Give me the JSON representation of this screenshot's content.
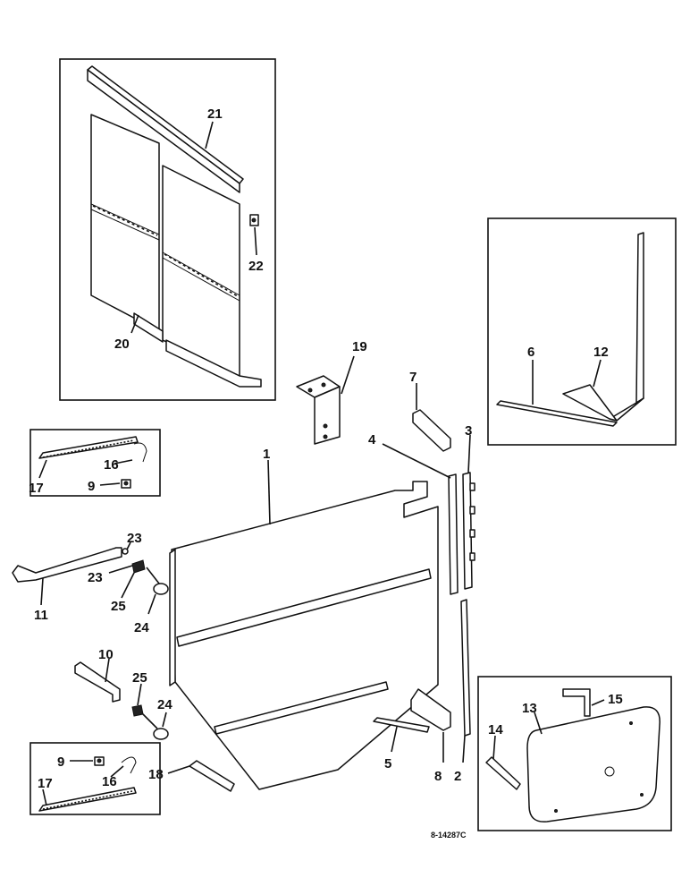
{
  "diagram": {
    "drawing_code": "8-14287C",
    "callouts": {
      "c1": "1",
      "c2": "2",
      "c3": "3",
      "c4": "4",
      "c5": "5",
      "c6": "6",
      "c7": "7",
      "c8": "8",
      "c9a": "9",
      "c9b": "9",
      "c10": "10",
      "c11": "11",
      "c12": "12",
      "c13": "13",
      "c14": "14",
      "c15": "15",
      "c16a": "16",
      "c16b": "16",
      "c17a": "17",
      "c17b": "17",
      "c18": "18",
      "c19": "19",
      "c20": "20",
      "c21": "21",
      "c22": "22",
      "c23a": "23",
      "c23b": "23",
      "c24a": "24",
      "c24b": "24",
      "c25a": "25",
      "c25b": "25"
    }
  }
}
